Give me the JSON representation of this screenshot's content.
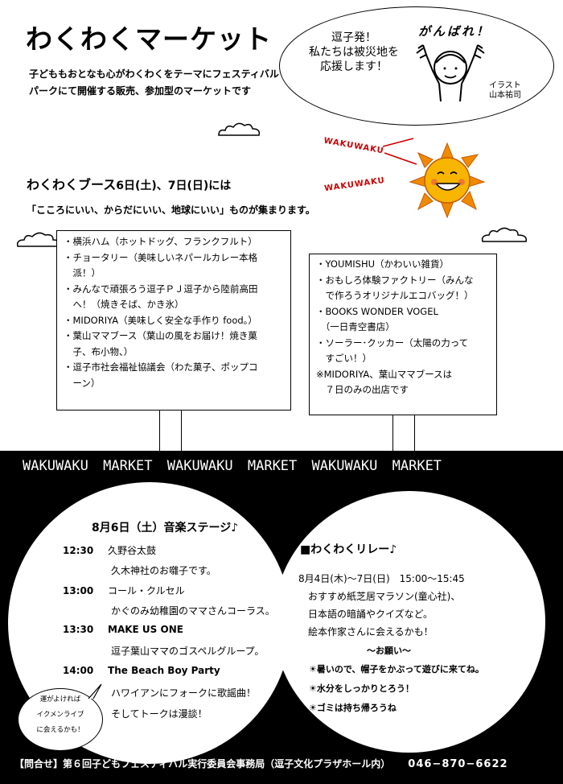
{
  "title": "わくわくマーケット",
  "intro": [
    "子どももおとなも心がわくわくをテーマにフェスティバル",
    "パークにて開催する販売、参加型のマーケットです"
  ],
  "callout": {
    "lines": [
      "逗子発！",
      "私たちは被災地を",
      "応援します！"
    ],
    "exclaim": "がんばれ！",
    "credit_lines": [
      "イラスト",
      "山本祐司"
    ]
  },
  "sun_text": [
    "WAKUWAKU",
    "WAKUWAKU"
  ],
  "booth": {
    "heading_main": "わくわくブース",
    "heading_rest": "6日(土)、7日(日)には",
    "subline": "「こころにいい、からだにいい、地球にいい」ものが集まります。",
    "board1": [
      "・横浜ハム（ホットドッグ、フランクフルト）",
      "・チョータリー（美味しいネパールカレー本格",
      "　派！）",
      "・みんなで頑張ろう逗子ＰＪ逗子から陸前高田",
      "　へ！（焼きそば、かき氷）",
      "・MIDORIYA（美味しく安全な手作り food。）",
      "・葉山ママブース（葉山の風をお届け！焼き菓",
      "　子、布小物、）",
      "・逗子市社会福祉協議会（わた菓子、ポップコ",
      "　ーン）"
    ],
    "board2": [
      "・YOUMISHU（かわいい雑貨）",
      "・おもしろ体験ファクトリー（みんな",
      "　で作ろうオリジナルエコバッグ！）",
      "・BOOKS WONDER VOGEL",
      "　（一日青空書店）",
      "・ソーラー･クッカー（太陽の力って",
      "　すごい！）",
      "※MIDORIYA、葉山ママブースは",
      "　７日のみの出店です"
    ]
  },
  "banner": "WAKUWAKU MARKET  WAKUWAKU MARKET  WAKUWAKU MARKET",
  "stage": {
    "title": "8月6日（土）音楽ステージ♪",
    "items": [
      {
        "time": "12:30",
        "name": "久野谷太鼓",
        "desc": "久木神社のお囃子です。"
      },
      {
        "time": "13:00",
        "name": "コール・クルセル",
        "desc": "かぐのみ幼稚園のママさんコーラス。"
      },
      {
        "time": "13:30",
        "name": "MAKE US ONE",
        "desc": "逗子葉山ママのゴスペルグループ。"
      },
      {
        "time": "14:00",
        "name": "The Beach Boy Party",
        "desc": "ハワイアンにフォークに歌謡曲！",
        "desc2": "そしてトークは漫談！"
      }
    ]
  },
  "bubble": [
    "運がよければ",
    "イクメンライブ",
    "に会えるかも！"
  ],
  "relay": {
    "title": "■わくわくリレー♪",
    "lines": [
      "8月4日(木)〜7日(日)　15:00〜15:45",
      "　おすすめ紙芝居マラソン(童心社)、",
      "　日本語の暗誦やクイズなど。",
      "　絵本作家さんに会えるかも！"
    ]
  },
  "onegai": {
    "title": "〜お願い〜",
    "items": [
      "暑いので、帽子をかぶって遊びに来てね。",
      "水分をしっかりとろう！",
      "ゴミは持ち帰ろうね"
    ]
  },
  "footer": {
    "contact": "【問合せ】第６回子どもフェスティバル実行委員会事務局（逗子文化プラザホール内）",
    "tel": "046−870−6622"
  }
}
